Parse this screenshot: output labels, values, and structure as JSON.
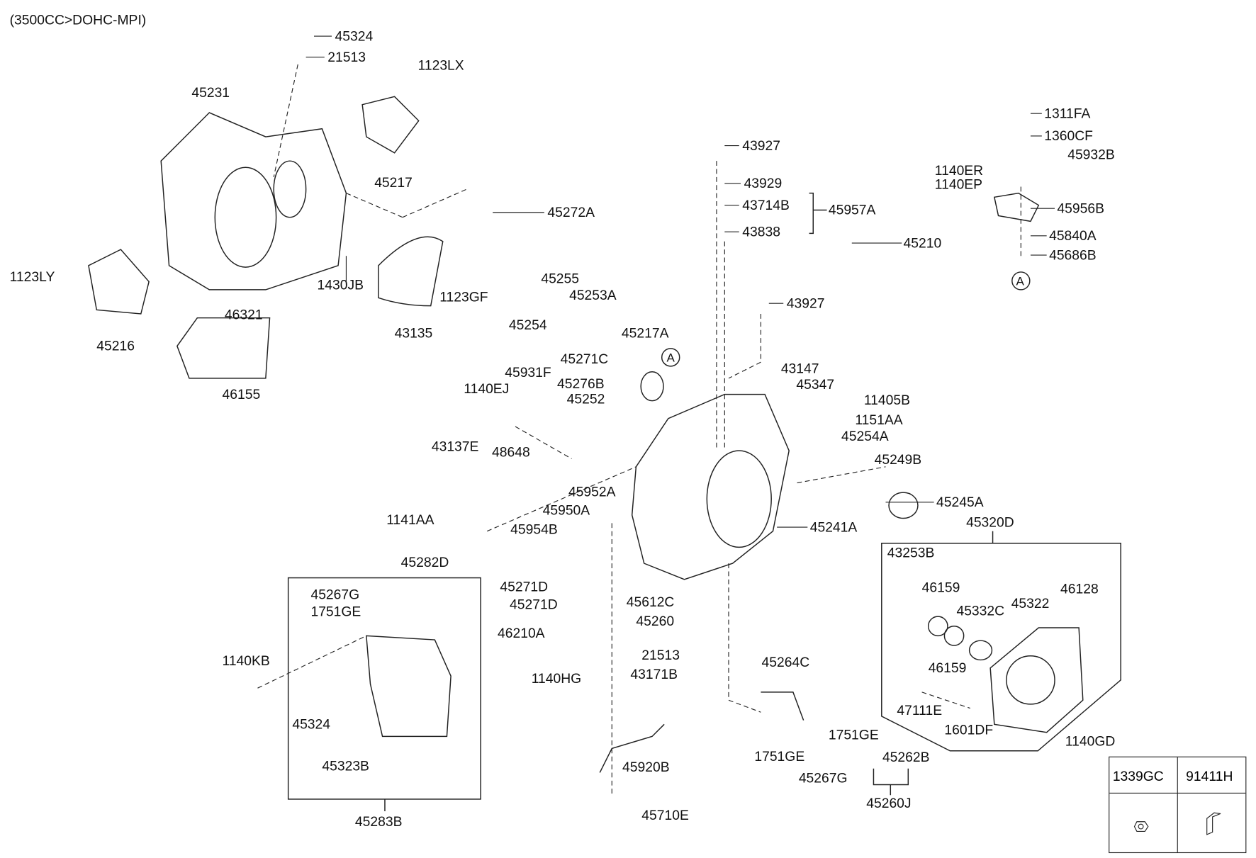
{
  "header": {
    "engine_spec": "(3500CC>DOHC-MPI)"
  },
  "labels": [
    "45324",
    "21513",
    "1123LX",
    "45231",
    "45217",
    "45272A",
    "1123LY",
    "1430JB",
    "1123GF",
    "45216",
    "46321",
    "43135",
    "46155",
    "45255",
    "45253A",
    "45254",
    "45271C",
    "45217A",
    "45931F",
    "45276B",
    "1140EJ",
    "45252",
    "48648",
    "43137E",
    "1141AA",
    "45952A",
    "45950A",
    "45954B",
    "45282D",
    "45271D",
    "45271D",
    "46210A",
    "1140HG",
    "45612C",
    "45260",
    "21513",
    "43171B",
    "45920B",
    "45710E",
    "43927",
    "43929",
    "43714B",
    "45957A",
    "43838",
    "45210",
    "43927",
    "43147",
    "45347",
    "11405B",
    "1151AA",
    "45254A",
    "45249B",
    "45245A",
    "45241A",
    "45320D",
    "43253B",
    "46159",
    "45332C",
    "45322",
    "46128",
    "46159",
    "47111E",
    "1601DF",
    "1140GD",
    "45264C",
    "1751GE",
    "1751GE",
    "45267G",
    "45262B",
    "45260J",
    "45267G",
    "1751GE",
    "1140KB",
    "45324",
    "45323B",
    "45283B",
    "1311FA",
    "1360CF",
    "45932B",
    "1140ER",
    "1140EP",
    "45956B",
    "45840A",
    "45686B"
  ],
  "refs": {
    "a1": "A",
    "a2": "A"
  },
  "table": {
    "col1": "1339GC",
    "col2": "91411H"
  }
}
